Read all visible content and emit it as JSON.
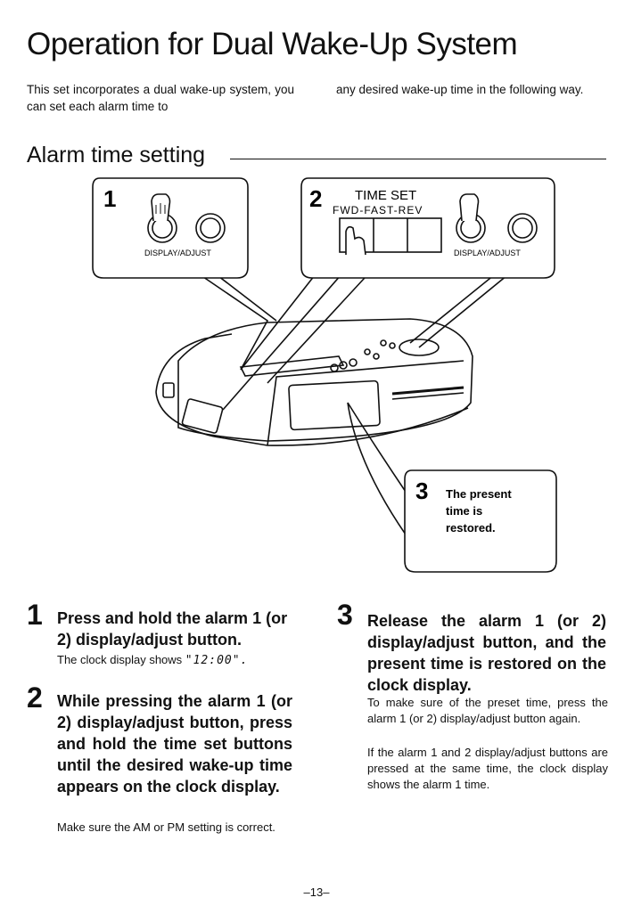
{
  "title": "Operation for Dual Wake-Up System",
  "intro": {
    "left": "This set incorporates a dual wake-up system, you can set each alarm time to",
    "right": "any desired wake-up time in the following way."
  },
  "section_heading": "Alarm time setting",
  "figure": {
    "panel1": {
      "number": "1",
      "button_label": "DISPLAY/ADJUST"
    },
    "panel2": {
      "number": "2",
      "time_set_label": "TIME SET",
      "fwd_label": "FWD-FAST-REV",
      "button_label": "DISPLAY/ADJUST"
    },
    "panel3": {
      "number": "3",
      "lines": [
        "The present",
        "time is",
        "restored."
      ]
    }
  },
  "steps": [
    {
      "number": "1",
      "heading": "Press and hold the alarm 1 (or 2) display/adjust button.",
      "body_prefix": "The clock display shows ",
      "body_display": "\"12:00\".",
      "body_suffix": ""
    },
    {
      "number": "2",
      "heading": "While pressing the alarm 1 (or 2) display/adjust button, press and hold the time set buttons until the desired wake-up time appears on the clock display.",
      "body": "Make sure the AM or PM setting is correct."
    },
    {
      "number": "3",
      "heading": "Release the alarm 1 (or 2) display/adjust button, and the present time is restored on the clock display.",
      "body1": "To make sure of the preset time, press the alarm 1 (or 2) display/adjust button again.",
      "body2": "If the alarm 1 and 2 display/adjust buttons are pressed at the same time, the clock display shows the alarm 1 time."
    }
  ],
  "page_number": "–13–"
}
